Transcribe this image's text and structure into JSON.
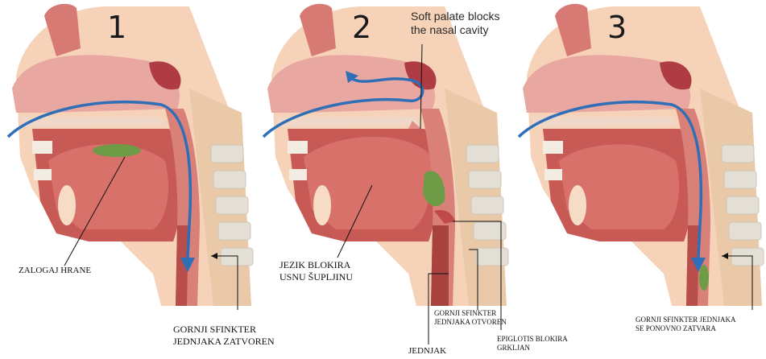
{
  "panels": [
    {
      "number": "1",
      "labels": {
        "bolus": "ZALOGAJ HRANE",
        "sphincter": "GORNJI SFINKTER\nJEDNJAKA ZATVOREN"
      }
    },
    {
      "number": "2",
      "note": "Soft palate blocks\nthe nasal cavity",
      "labels": {
        "tongue": "JEZIK BLOKIRA\nUSNU ŠUPLJINU",
        "sphincter": "GORNJI SFINKTER\nJEDNJAKA OTVOREN",
        "epiglottis": "EPIGLOTIS BLOKIRA\nGRKLJAN",
        "esophagus": "JEDNJAK"
      }
    },
    {
      "number": "3",
      "labels": {
        "sphincter": "GORNJI SFINKTER JEDNJAKA\nSE PONOVNO ZATVARA"
      }
    }
  ],
  "colors": {
    "skin": "#f6d2b8",
    "tissue": "#e7a49c",
    "cavity": "#c85a56",
    "palate": "#d98078",
    "tongue": "#cf5a55",
    "bone": "#e4dfd5",
    "bolus": "#6e9b46",
    "arrow": "#2f6fb7"
  }
}
